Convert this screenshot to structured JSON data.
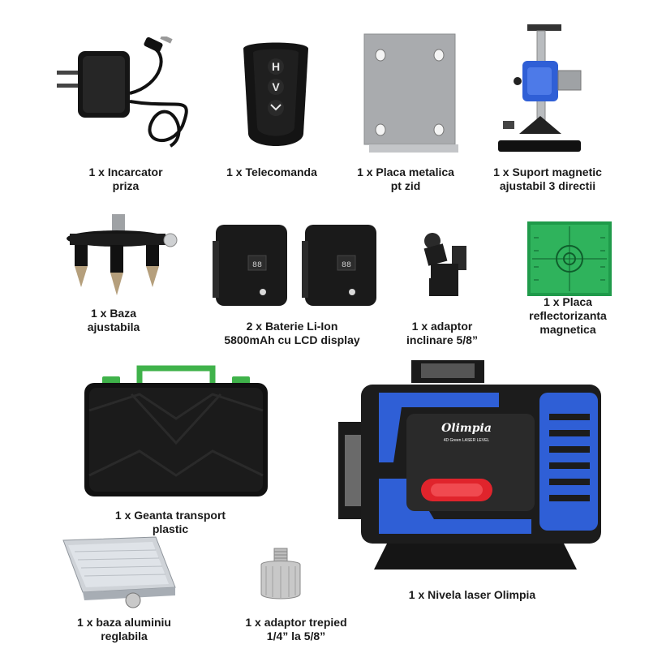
{
  "items": {
    "charger": {
      "line1": "1 x Incarcator",
      "line2": "priza"
    },
    "remote": {
      "line1": "1 x Telecomanda",
      "btn_h": "H",
      "btn_v": "V"
    },
    "plate": {
      "line1": "1 x Placa metalica",
      "line2": "pt zid"
    },
    "mount": {
      "line1": "1 x Suport magnetic",
      "line2": "ajustabil 3 directii"
    },
    "base": {
      "line1": "1 x Baza",
      "line2": "ajustabila"
    },
    "battery": {
      "line1": "2 x Baterie Li-Ion",
      "line2": "5800mAh cu LCD display",
      "lcd": "88"
    },
    "adapter": {
      "line1": "1 x adaptor",
      "line2": "inclinare 5/8”"
    },
    "target": {
      "line1": "1 x Placa",
      "line2": "reflectorizanta",
      "line3": "magnetica"
    },
    "case": {
      "line1": "1 x Geanta transport",
      "line2": "plastic"
    },
    "level": {
      "line1": "1 x Nivela laser Olimpia",
      "brand": "Olimpia",
      "model": "4D Green LASER LEVEL"
    },
    "alubase": {
      "line1": "1 x baza aluminiu",
      "line2": "reglabila"
    },
    "tripod_adapter": {
      "line1": "1 x adaptor trepied",
      "line2": "1/4” la 5/8”"
    }
  },
  "colors": {
    "accent_blue": "#2f5fd6",
    "accent_green": "#3fb24a",
    "target_green": "#1f9a4a",
    "device_black": "#1c1c1c",
    "indicator_red": "#e0242c"
  }
}
